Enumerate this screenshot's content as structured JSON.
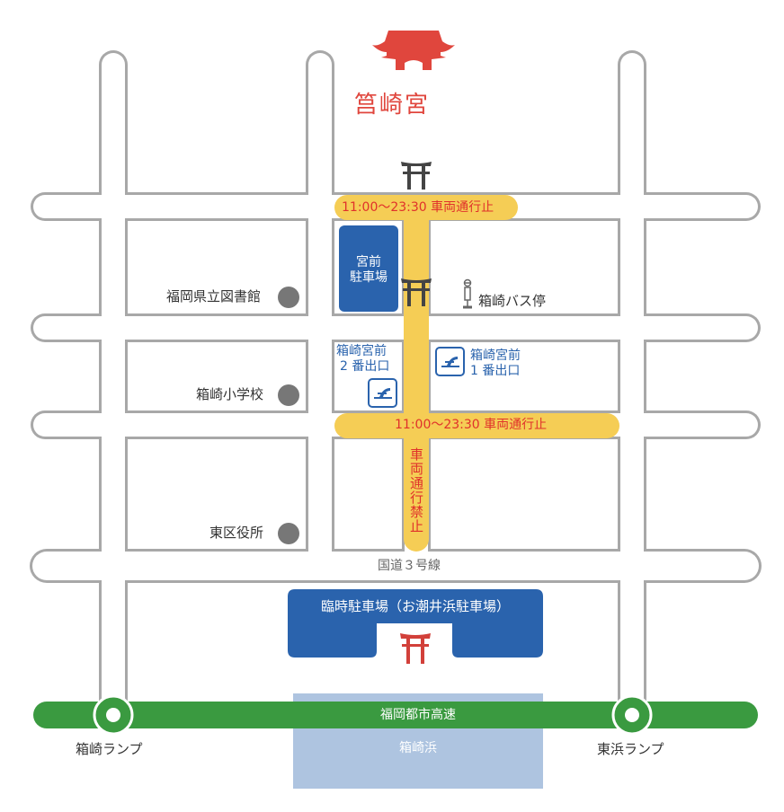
{
  "title": "筥崎宮",
  "colors": {
    "road_fill": "#ffffff",
    "road_stroke": "#a8a8a8",
    "restricted_road": "#f5cd55",
    "restricted_text": "#e0312b",
    "parking": "#2a63ad",
    "highway": "#3a9a40",
    "beach": "#aec4e0",
    "shrine_red": "#e0463d",
    "torii_gray": "#444444",
    "poi_dot": "#777777"
  },
  "restrictions": {
    "top_band": "11:00〜23:30 車両通行止",
    "middle_band": "11:00〜23:30 車両通行止",
    "vertical": "車両通行禁止"
  },
  "parking": {
    "miyamae": {
      "line1": "宮前",
      "line2": "駐車場"
    },
    "temporary": "臨時駐車場（お潮井浜駐車場）"
  },
  "stations": {
    "exit2": {
      "line1": "箱崎宮前",
      "line2": "2 番出口",
      "icon": "subway-icon"
    },
    "exit1": {
      "line1": "箱崎宮前",
      "line2": "1 番出口",
      "icon": "subway-icon"
    }
  },
  "bus_stop": {
    "label": "箱崎バス停",
    "icon": "bus-stop-icon"
  },
  "landmarks": [
    {
      "label": "福岡県立図書館"
    },
    {
      "label": "箱崎小学校"
    },
    {
      "label": "東区役所"
    }
  ],
  "roads": {
    "national_route": "国道３号線",
    "highway": "福岡都市高速"
  },
  "ramps": [
    {
      "label": "箱崎ランプ"
    },
    {
      "label": "東浜ランプ"
    }
  ],
  "beach": "箱崎浜",
  "icons": {
    "shrine": "shrine-building-icon",
    "torii": "torii-gate-icon"
  }
}
